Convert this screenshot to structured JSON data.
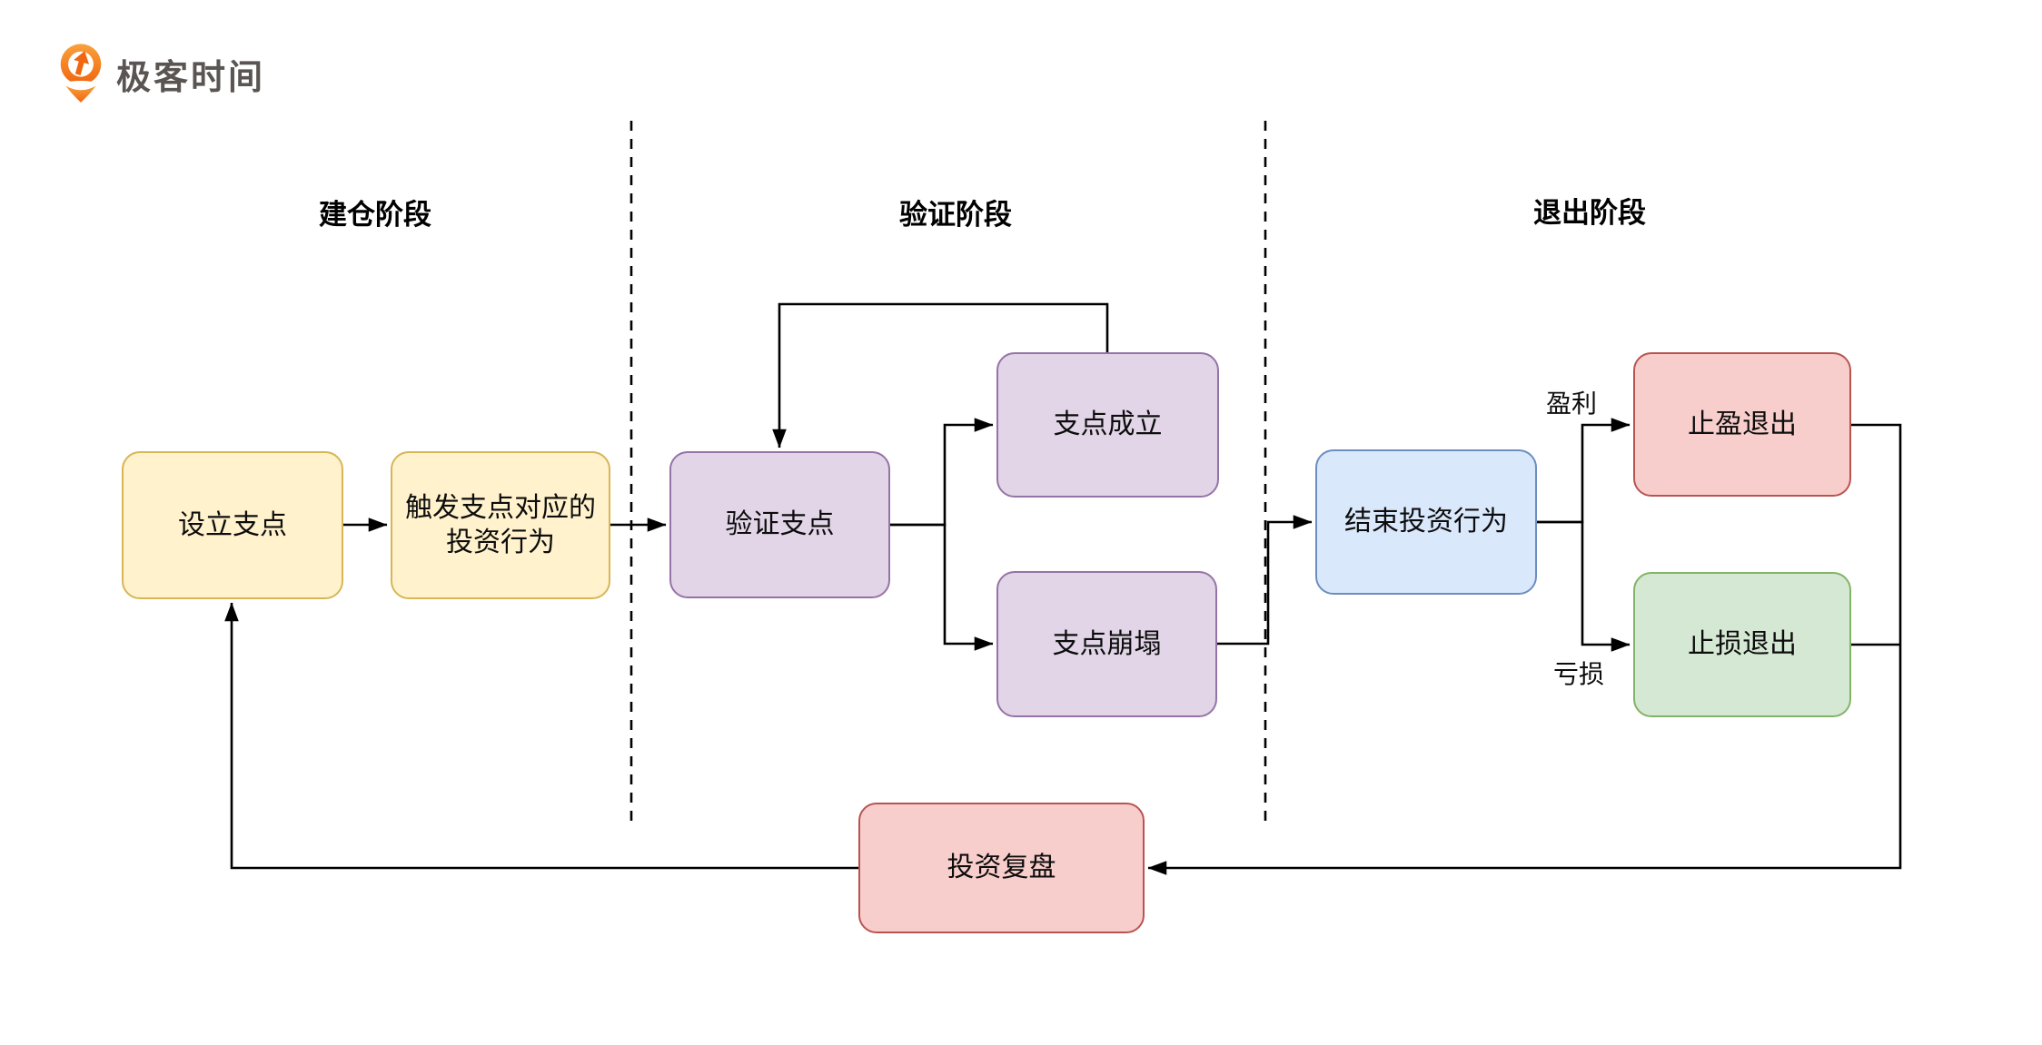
{
  "logo": {
    "text": "极客时间",
    "icon": "geektime-pin-icon",
    "icon_color_top": "#f9a13c",
    "icon_color_bottom": "#f1660f",
    "text_color": "#5a5552"
  },
  "phases": [
    {
      "label": "建仓阶段"
    },
    {
      "label": "验证阶段"
    },
    {
      "label": "退出阶段"
    }
  ],
  "nodes": {
    "setup": {
      "label": "设立支点",
      "color": "yellow"
    },
    "trigger": {
      "label": "触发支点对应的\n投资行为",
      "color": "yellow"
    },
    "verify": {
      "label": "验证支点",
      "color": "purple"
    },
    "established": {
      "label": "支点成立",
      "color": "purple"
    },
    "collapsed": {
      "label": "支点崩塌",
      "color": "purple"
    },
    "end_invest": {
      "label": "结束投资行为",
      "color": "blue"
    },
    "take_profit": {
      "label": "止盈退出",
      "color": "red"
    },
    "stop_loss": {
      "label": "止损退出",
      "color": "green"
    },
    "review": {
      "label": "投资复盘",
      "color": "red"
    }
  },
  "edge_labels": {
    "profit": "盈利",
    "loss": "亏损"
  },
  "palette": {
    "yellow": {
      "fill": "#fff2cc",
      "stroke": "#d6b656"
    },
    "purple": {
      "fill": "#e1d5e7",
      "stroke": "#9673a6"
    },
    "blue": {
      "fill": "#dae8fc",
      "stroke": "#6c8ebf"
    },
    "red": {
      "fill": "#f8cecc",
      "stroke": "#b85450"
    },
    "green": {
      "fill": "#d5e8d4",
      "stroke": "#82b366"
    },
    "line": "#000000"
  }
}
